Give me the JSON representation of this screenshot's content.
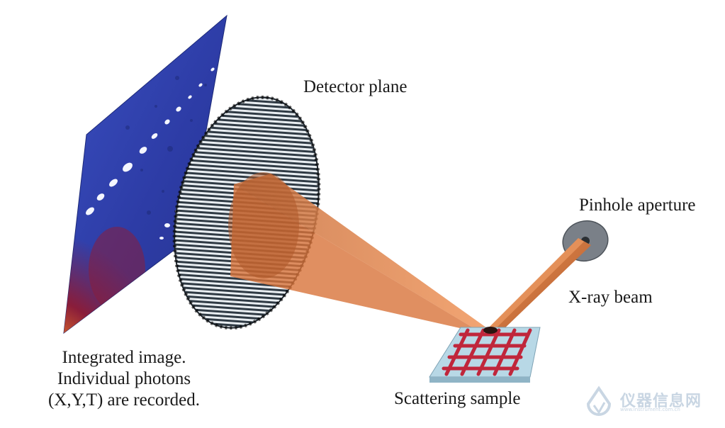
{
  "labels": {
    "detector_plane": "Detector plane",
    "pinhole_aperture": "Pinhole aperture",
    "xray_beam": "X-ray beam",
    "scattering_sample": "Scattering sample",
    "integrated_line1": "Integrated image.",
    "integrated_line2": "Individual photons",
    "integrated_line3": "(X,Y,T) are recorded."
  },
  "watermark": {
    "text": "仪器信息网",
    "sub": "www.instrument.com.cn"
  },
  "colors": {
    "image_blue": "#2f3fa8",
    "beam_orange": "#e8844a",
    "detector_grey": "#3d4852",
    "sample_lattice": "#c0263b",
    "sample_base": "#b8d8e6",
    "aperture_grey": "#7a8088"
  }
}
